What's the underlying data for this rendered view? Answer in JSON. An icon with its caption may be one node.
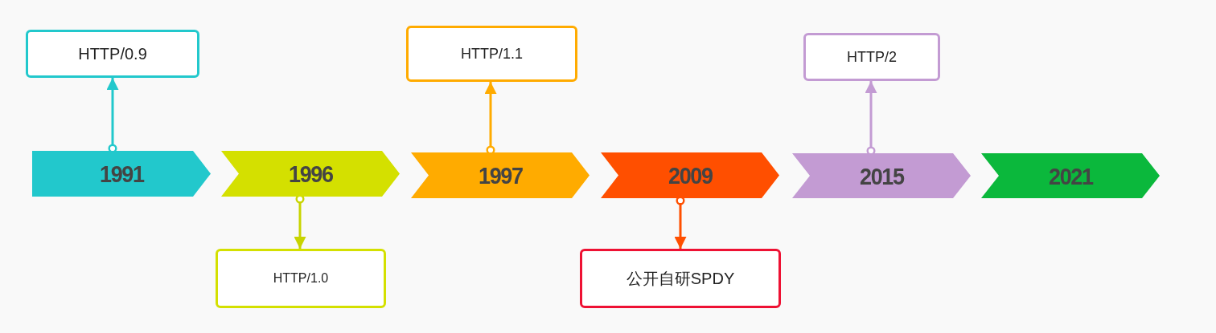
{
  "diagram": {
    "nodes": [
      {
        "text": [
          "1991"
        ]
      },
      {
        "text": [
          "1996"
        ]
      },
      {
        "text": [
          "1997"
        ]
      },
      {
        "text": [
          "2009"
        ]
      },
      {
        "text": [
          "2015"
        ]
      },
      {
        "text": [
          "2021"
        ]
      },
      {
        "text": [
          "HTTP/0.9"
        ]
      },
      {
        "text": [
          "HTTP/1.0"
        ]
      },
      {
        "text": [
          "HTTP/1.1"
        ]
      },
      {
        "text": [
          "公开自研SPDY"
        ]
      },
      {
        "text": [
          "HTTP/2"
        ]
      }
    ],
    "edges": [
      {
        "from": 0,
        "to": 6,
        "arrow": "to",
        "color": "#22c8cc"
      },
      {
        "from": 1,
        "to": 7,
        "arrow": "to",
        "color": "#c8d400"
      },
      {
        "from": 2,
        "to": 8,
        "arrow": "to",
        "color": "#ffab00"
      },
      {
        "from": 3,
        "to": 9,
        "arrow": "to",
        "color": "#ff4f00"
      },
      {
        "from": 4,
        "to": 10,
        "arrow": "to",
        "color": "#c39bd3"
      }
    ]
  }
}
